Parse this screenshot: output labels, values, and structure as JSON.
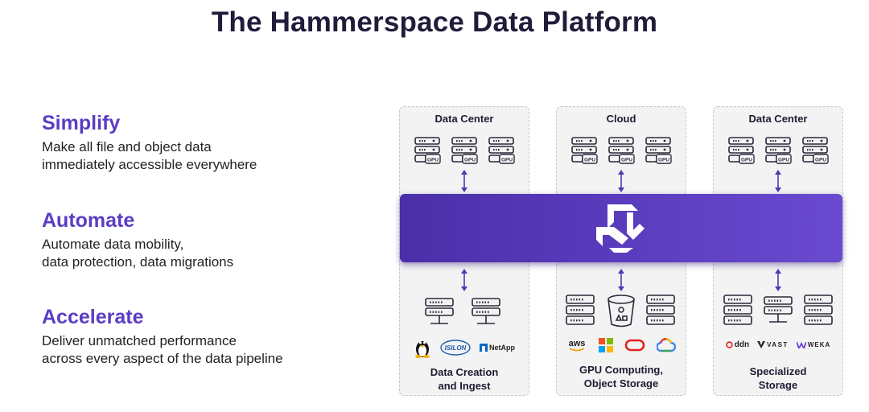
{
  "title": "The Hammerspace Data Platform",
  "features": [
    {
      "heading": "Simplify",
      "text": "Make all file and object data\nimmediately accessible everywhere"
    },
    {
      "heading": "Automate",
      "text": "Automate data mobility,\ndata protection, data migrations"
    },
    {
      "heading": "Accelerate",
      "text": "Deliver unmatched performance\nacross every aspect of the data pipeline"
    }
  ],
  "columns": [
    {
      "top_label": "Data Center",
      "bottom_label": "Data Creation\nand Ingest",
      "logos": [
        "linux-tux-icon",
        "isilon-logo",
        "netapp-logo"
      ],
      "logo_texts": [
        "ISILON",
        "NetApp"
      ]
    },
    {
      "top_label": "Cloud",
      "bottom_label": "GPU Computing,\nObject Storage",
      "logos": [
        "aws-logo",
        "microsoft-logo",
        "oracle-logo",
        "google-cloud-logo"
      ],
      "logo_texts": [
        "aws"
      ]
    },
    {
      "top_label": "Data Center",
      "bottom_label": "Specialized\nStorage",
      "logos": [
        "ddn-logo",
        "vast-logo",
        "weka-logo"
      ],
      "logo_texts": [
        "ddn",
        "VAST",
        "WEKA"
      ]
    }
  ],
  "gpu_label": "GPU",
  "colors": {
    "accent": "#5b3cc4",
    "band": "#5238b4",
    "icon": "#2a2a3a"
  }
}
